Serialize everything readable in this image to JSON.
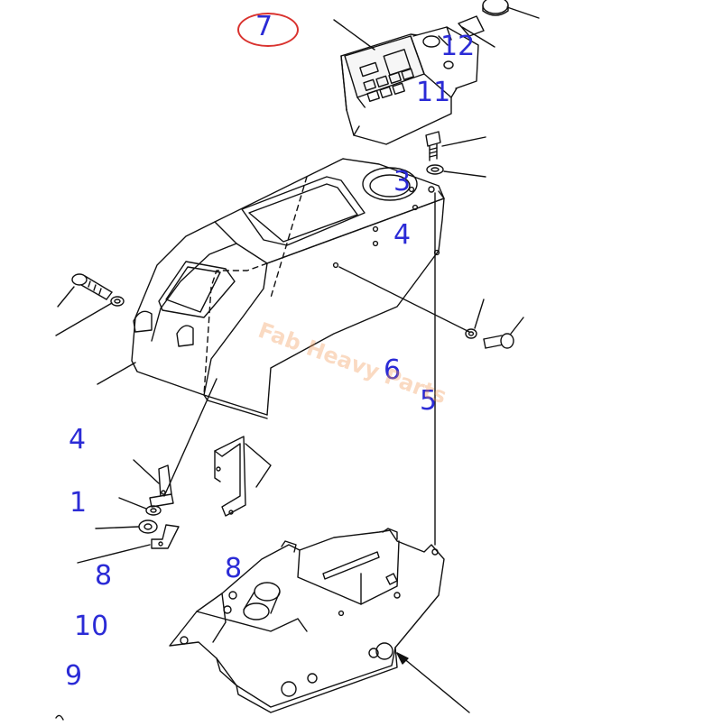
{
  "diagram": {
    "watermark": "Fab Heavy Parts",
    "circled_callout": "7",
    "callouts": {
      "c12": "12",
      "c11": "11",
      "c3": "3",
      "c4a": "4",
      "c6": "6",
      "c5": "5",
      "c4b": "4",
      "c1": "1",
      "c8a": "8",
      "c8b": "8",
      "c10": "10",
      "c9": "9"
    },
    "colors": {
      "callout": "#2b2bd6",
      "ring": "#d9322e",
      "line": "#111111",
      "watermark": "#f09650"
    }
  }
}
